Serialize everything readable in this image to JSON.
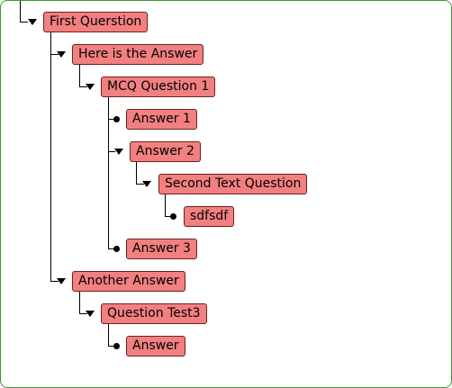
{
  "tree": {
    "root": {
      "label": "First Querstion",
      "expanded": true,
      "children": [
        {
          "label": "Here is the Answer",
          "expanded": true,
          "children": [
            {
              "label": "MCQ Question 1",
              "expanded": true,
              "children": [
                {
                  "label": "Answer 1",
                  "leaf": true
                },
                {
                  "label": "Answer 2",
                  "expanded": true,
                  "children": [
                    {
                      "label": "Second Text Question",
                      "expanded": true,
                      "children": [
                        {
                          "label": "sdfsdf",
                          "leaf": true
                        }
                      ]
                    }
                  ]
                },
                {
                  "label": "Answer 3",
                  "leaf": true
                }
              ]
            }
          ]
        },
        {
          "label": "Another Answer",
          "expanded": true,
          "children": [
            {
              "label": "Question Test3",
              "expanded": true,
              "children": [
                {
                  "label": "Answer",
                  "leaf": true
                }
              ]
            }
          ]
        }
      ]
    }
  },
  "colors": {
    "node_fill": "#f28080",
    "node_border": "#6b2222",
    "frame_border": "#3a9a2a",
    "connector": "#000000"
  }
}
